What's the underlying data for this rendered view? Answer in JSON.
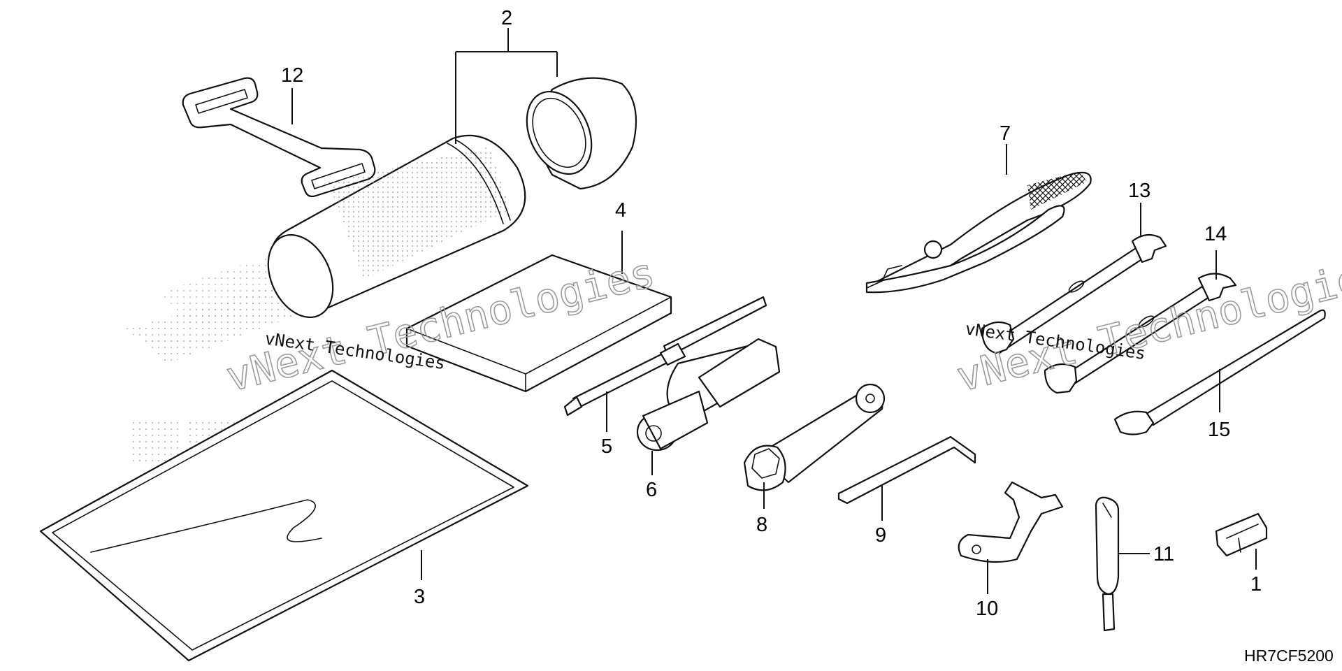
{
  "diagram": {
    "code": "HR7CF5200",
    "watermark": "vNext Technologies",
    "callouts": [
      "1",
      "2",
      "3",
      "4",
      "5",
      "6",
      "7",
      "8",
      "9",
      "10",
      "11",
      "12",
      "13",
      "14",
      "15"
    ]
  }
}
